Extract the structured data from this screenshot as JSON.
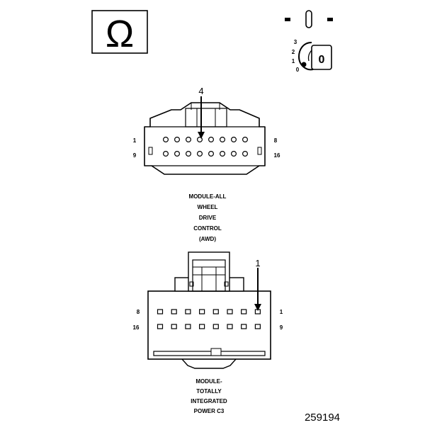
{
  "meter_symbol": "Ω",
  "ignition": {
    "positions": [
      "3",
      "2",
      "1",
      "0"
    ],
    "key_glyph": "0"
  },
  "connector_top": {
    "callout": "4",
    "pin_start_row1": "1",
    "pin_end_row1": "8",
    "pin_start_row2": "9",
    "pin_end_row2": "16",
    "title_lines": [
      "MODULE-ALL",
      "WHEEL",
      "DRIVE",
      "CONTROL",
      "(AWD)"
    ]
  },
  "connector_bottom": {
    "callout": "1",
    "pin_left_row1": "8",
    "pin_right_row1": "1",
    "pin_left_row2": "16",
    "pin_right_row2": "9",
    "title_lines": [
      "MODULE-",
      "TOTALLY",
      "INTEGRATED",
      "POWER C3"
    ]
  },
  "figure_id": "259194"
}
